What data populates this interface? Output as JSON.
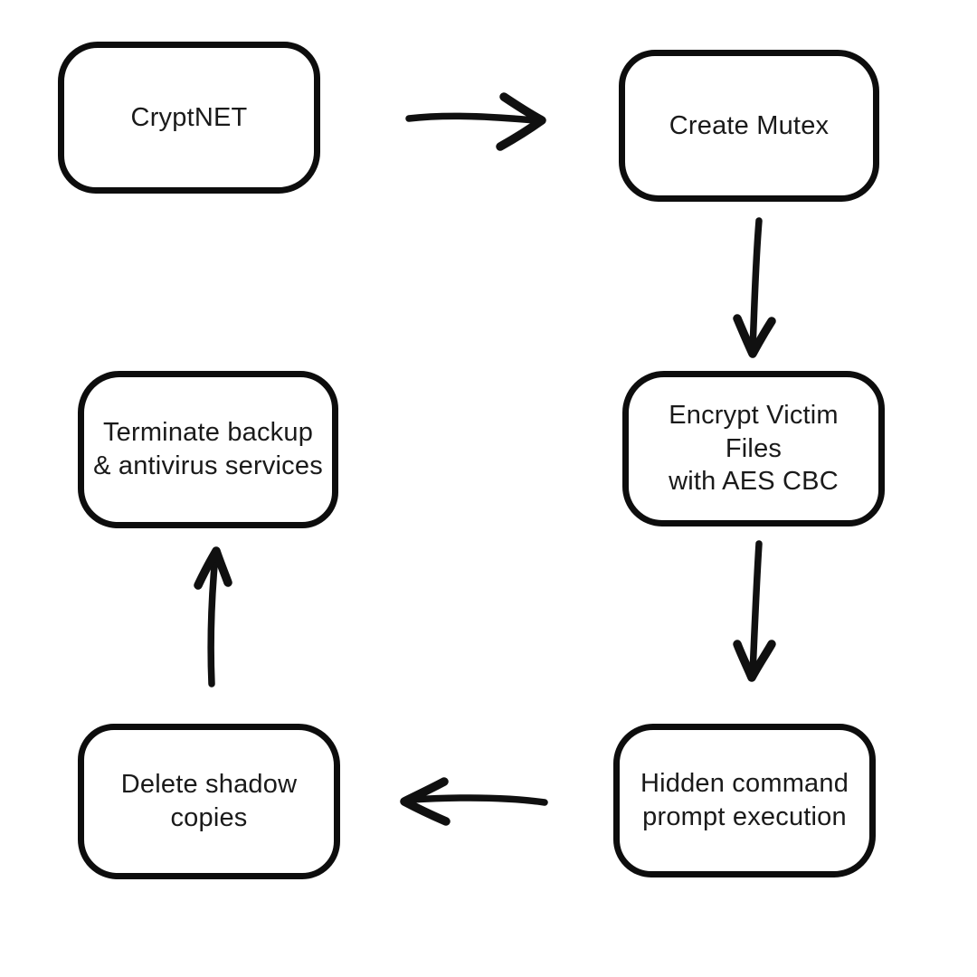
{
  "diagram": {
    "type": "flowchart",
    "style": "hand-drawn",
    "background_color": "#ffffff",
    "ink_color": "#101010",
    "nodes": [
      {
        "id": "cryptnet",
        "label": "CryptNET"
      },
      {
        "id": "create-mutex",
        "label": "Create Mutex"
      },
      {
        "id": "encrypt-files",
        "label": "Encrypt Victim Files\nwith AES CBC"
      },
      {
        "id": "hidden-cmd",
        "label": "Hidden command\nprompt execution"
      },
      {
        "id": "delete-shadow",
        "label": "Delete shadow\ncopies"
      },
      {
        "id": "terminate-backup",
        "label": "Terminate backup\n& antivirus services"
      }
    ],
    "edges": [
      {
        "from": "cryptnet",
        "to": "create-mutex",
        "direction": "right"
      },
      {
        "from": "create-mutex",
        "to": "encrypt-files",
        "direction": "down"
      },
      {
        "from": "encrypt-files",
        "to": "hidden-cmd",
        "direction": "down"
      },
      {
        "from": "hidden-cmd",
        "to": "delete-shadow",
        "direction": "left"
      },
      {
        "from": "delete-shadow",
        "to": "terminate-backup",
        "direction": "up"
      }
    ]
  }
}
